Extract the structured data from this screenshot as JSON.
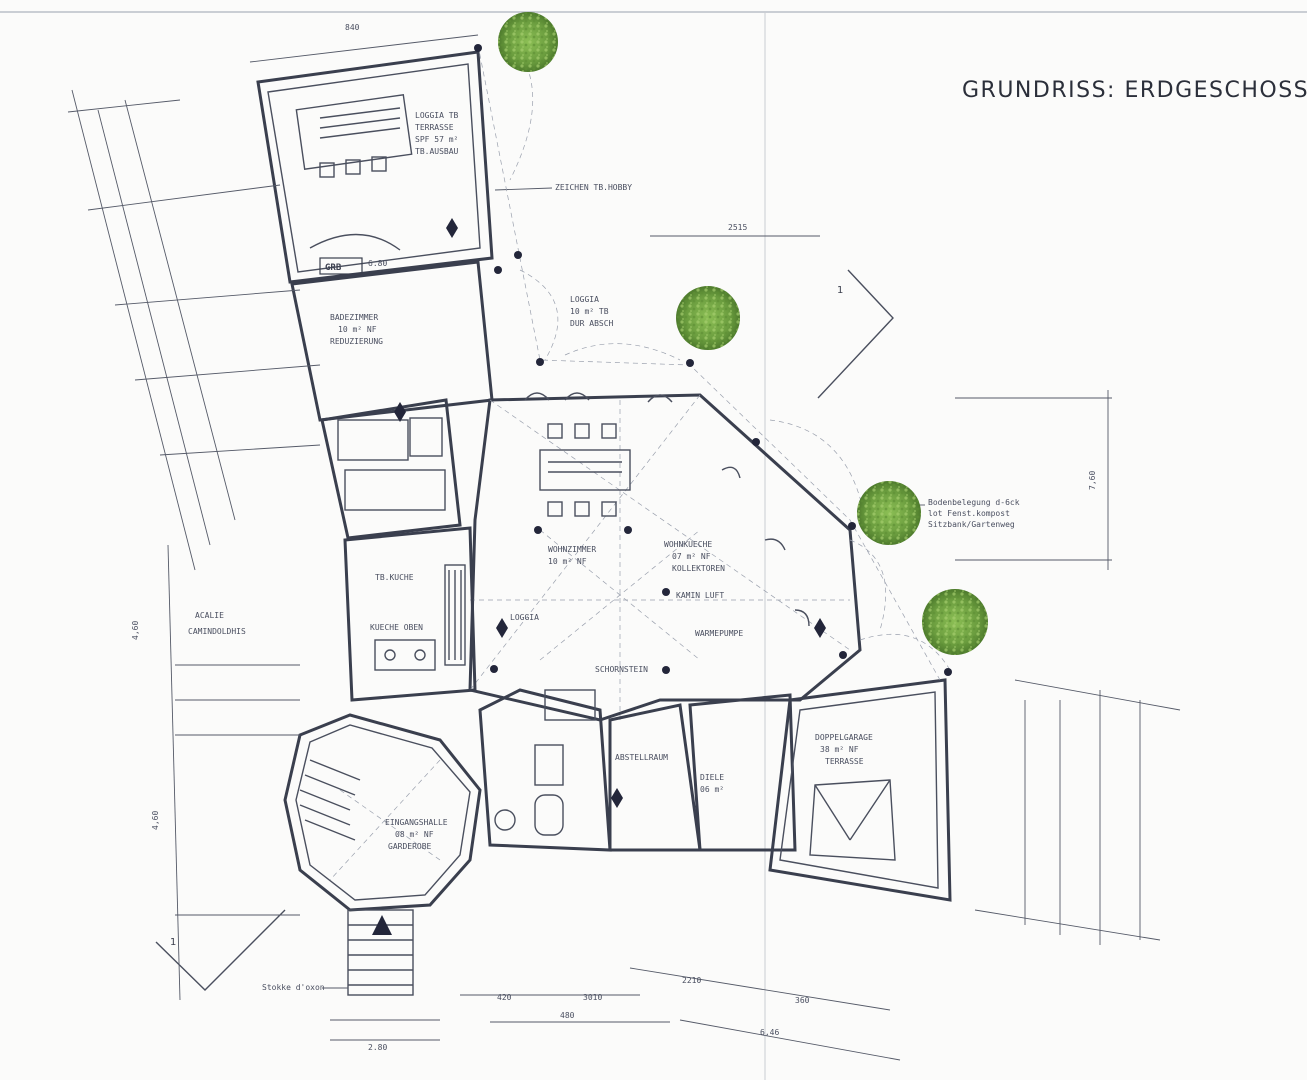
{
  "title": "GRUNDRISS: ERDGESCHOSS",
  "section_marks": [
    "1",
    "1"
  ],
  "room_labels": {
    "top_room": "ZEICHEN TB.HOBBY",
    "garage": "GRB",
    "garage_sub": "6.80",
    "north_room": "LOGGIA",
    "center": "LOGGIA",
    "kitchen": "TB.KUCHE",
    "entrance": "Stokke d'oxon",
    "garden_note": "Bodenbelegung d-6ck",
    "garden_note_2": "lot Fenst.kompost",
    "garden_note_3": "Sitzbank/Gartenweg"
  },
  "dimensions": {
    "top": "840",
    "top_mid": "2515",
    "right_h": "7,60",
    "left_note": "ACALIE",
    "left_note_2": "CAMINDOLDHIS",
    "bottom_1": "420",
    "bottom_2": "3010",
    "bottom_3": "2210",
    "bottom_4": "360",
    "bottom_5": "480",
    "bottom_6": "6,46",
    "bottom_7": "2.80"
  },
  "colors": {
    "line": "#3a3f4e",
    "tree": "#7bab4a",
    "tree_dark": "#5a8a35",
    "paper": "#fbfbfa"
  },
  "trees": [
    {
      "name": "tree-top"
    },
    {
      "name": "tree-north"
    },
    {
      "name": "tree-east"
    },
    {
      "name": "tree-southeast"
    }
  ]
}
